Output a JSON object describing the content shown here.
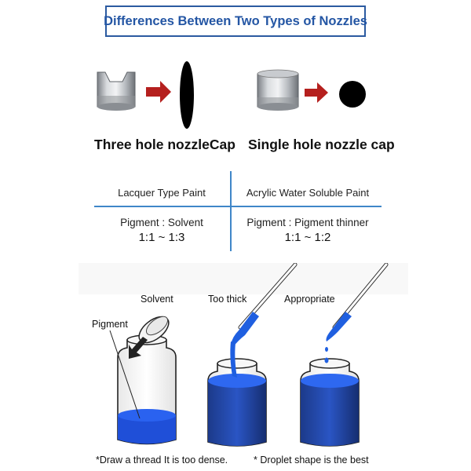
{
  "header": {
    "title": "Differences Between Two Types of Nozzles"
  },
  "nozzles": [
    {
      "label": "Three hole nozzleCap",
      "spray_shape": "ellipse"
    },
    {
      "label": "Single hole nozzle cap",
      "spray_shape": "circle"
    }
  ],
  "comparison": {
    "left": {
      "paint_type": "Lacquer Type Paint",
      "ratio_label": "Pigment : Solvent",
      "ratio_value": "1:1 ~ 1:3"
    },
    "right": {
      "paint_type": "Acrylic Water Soluble Paint",
      "ratio_label": "Pigment : Pigment thinner",
      "ratio_value": "1:1 ~ 1:2"
    }
  },
  "illustration": {
    "labels": {
      "pigment": "Pigment",
      "solvent": "Solvent",
      "too_thick": "Too thick",
      "appropriate": "Appropriate"
    }
  },
  "notes": {
    "left": "*Draw a thread It is too dense.",
    "right": "* Droplet shape is the best"
  },
  "colors": {
    "title": "#2456a4",
    "divider": "#3f86c8",
    "paint": "#1f5fe0",
    "arrow": "#b5201e"
  }
}
